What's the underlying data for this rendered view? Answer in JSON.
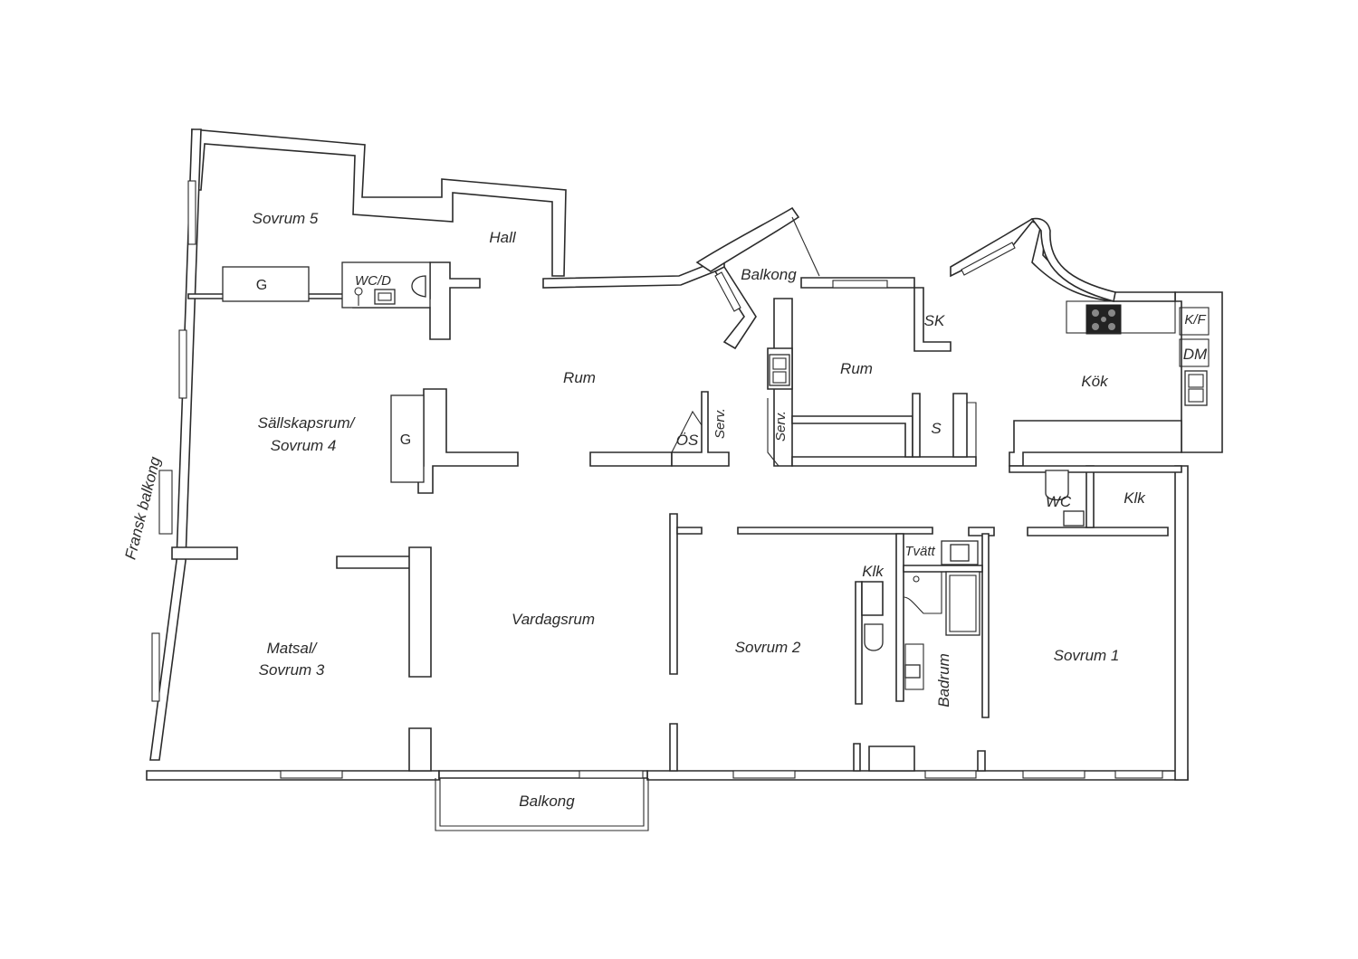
{
  "rooms": {
    "sovrum5": "Sovrum 5",
    "hall": "Hall",
    "wcd": "WC/D",
    "g_top": "G",
    "rum_center": "Rum",
    "balkong_top": "Balkong",
    "sallskapsrum_1": "Sällskapsrum/",
    "sallskapsrum_2": "Sovrum 4",
    "g_mid": "G",
    "os": "ÖS",
    "serv_1": "Serv.",
    "serv_2": "Serv.",
    "rum_right": "Rum",
    "sk": "SK",
    "s": "S",
    "kok": "Kök",
    "kf": "K/F",
    "dm": "DM",
    "wc": "WC",
    "klk_right": "Klk",
    "tvatt": "Tvätt",
    "klk_mid": "Klk",
    "badrum": "Badrum",
    "vardagsrum": "Vardagsrum",
    "sovrum2": "Sovrum 2",
    "sovrum1": "Sovrum 1",
    "matsal_1": "Matsal/",
    "matsal_2": "Sovrum 3",
    "balkong_bottom": "Balkong",
    "fransk_balkong": "Fransk balkong"
  }
}
